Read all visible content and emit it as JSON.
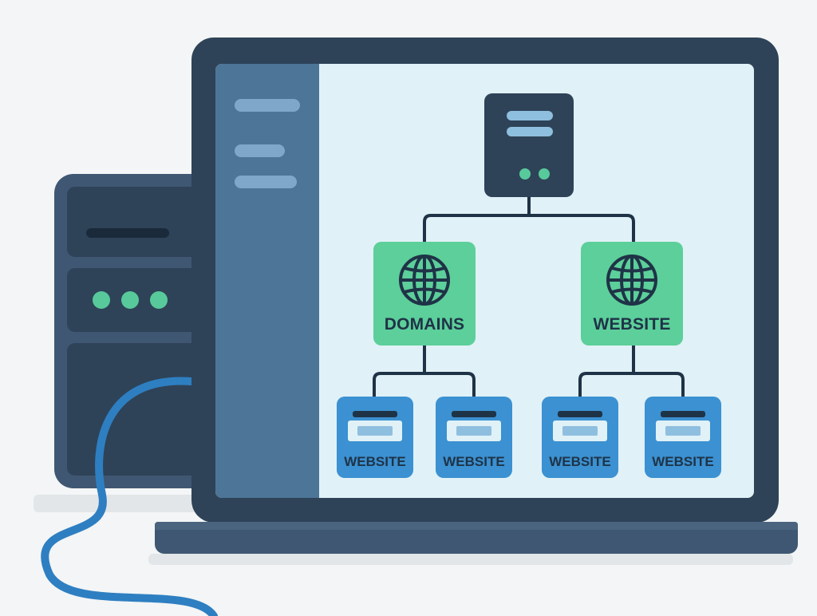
{
  "colors": {
    "background": "#f3f5f6",
    "dark_navy": "#2e4358",
    "slate": "#3f5772",
    "screen": "#e0f1f7",
    "sidebar": "#4d7597",
    "green_node": "#5ccf9a",
    "blue_node": "#3b91d1",
    "led_green": "#58c99b",
    "cable_blue": "#2e7fc1"
  },
  "icons": {
    "root": "server-icon",
    "domain_node": "globe-icon",
    "website_node": "globe-icon",
    "leaf": "browser-window-icon"
  },
  "diagram": {
    "root": {
      "type": "server"
    },
    "branches": [
      {
        "label": "DOMAINS",
        "children": [
          {
            "label": "WEBSITE"
          },
          {
            "label": "WEBSITE"
          }
        ]
      },
      {
        "label": "WEBSITE",
        "children": [
          {
            "label": "WEBSITE"
          },
          {
            "label": "WEBSITE"
          }
        ]
      }
    ]
  }
}
